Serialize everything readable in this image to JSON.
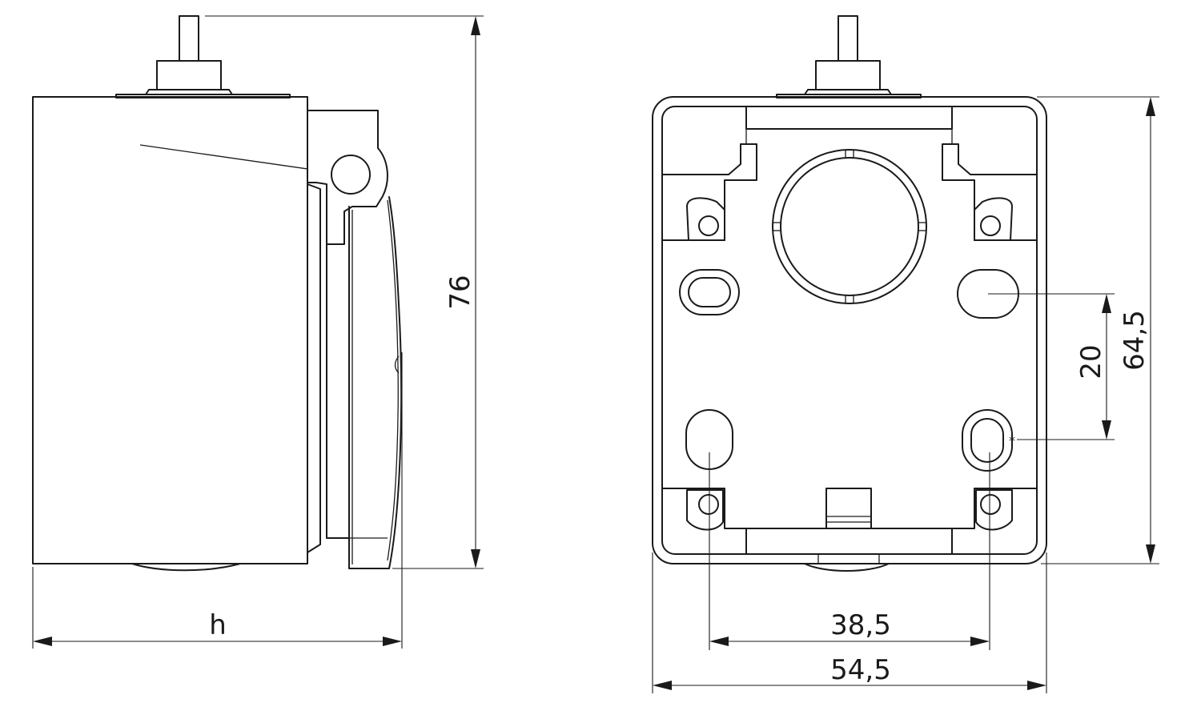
{
  "dimensions": {
    "height_side": "76",
    "width_side": "h",
    "rear_outer_height": "64,5",
    "rear_hole_spacing_vertical": "20",
    "rear_hole_spacing_horizontal": "38,5",
    "rear_outer_width": "54,5",
    "asterisk_mark": "*"
  }
}
